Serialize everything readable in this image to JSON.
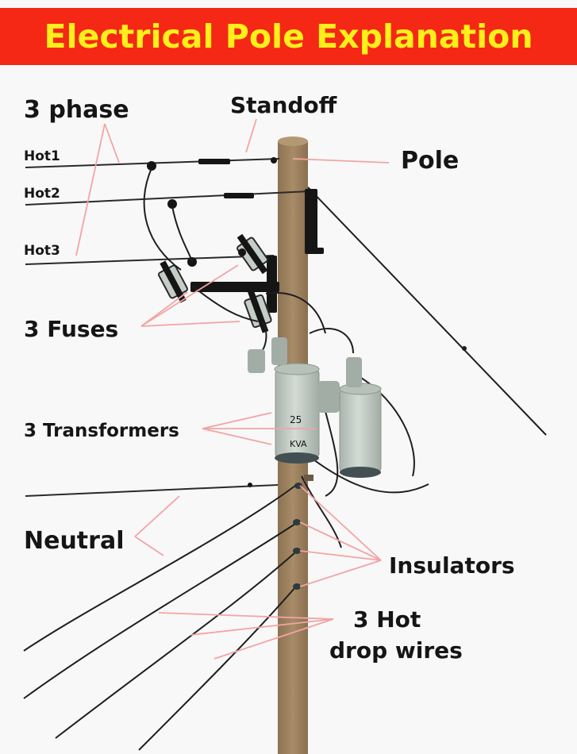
{
  "title": "Electrical Pole Explanation",
  "labels": {
    "three_phase": "3 phase",
    "standoff": "Standoff",
    "hot1": "Hot1",
    "hot2": "Hot2",
    "hot3": "Hot3",
    "pole": "Pole",
    "three_fuses": "3 Fuses",
    "three_transformers": "3 Transformers",
    "neutral": "Neutral",
    "insulators": "Insulators",
    "three_hot_line1": "3 Hot",
    "three_hot_line2": "drop wires"
  },
  "transformer_text": {
    "rating": "25",
    "unit": "KVA"
  },
  "colors": {
    "banner": "#f42815",
    "title": "#ffef1a",
    "pole": "#9e8360",
    "leader": "#f3a4a4",
    "transformer": "#c4cdc6",
    "wire": "#1e1e1e"
  }
}
